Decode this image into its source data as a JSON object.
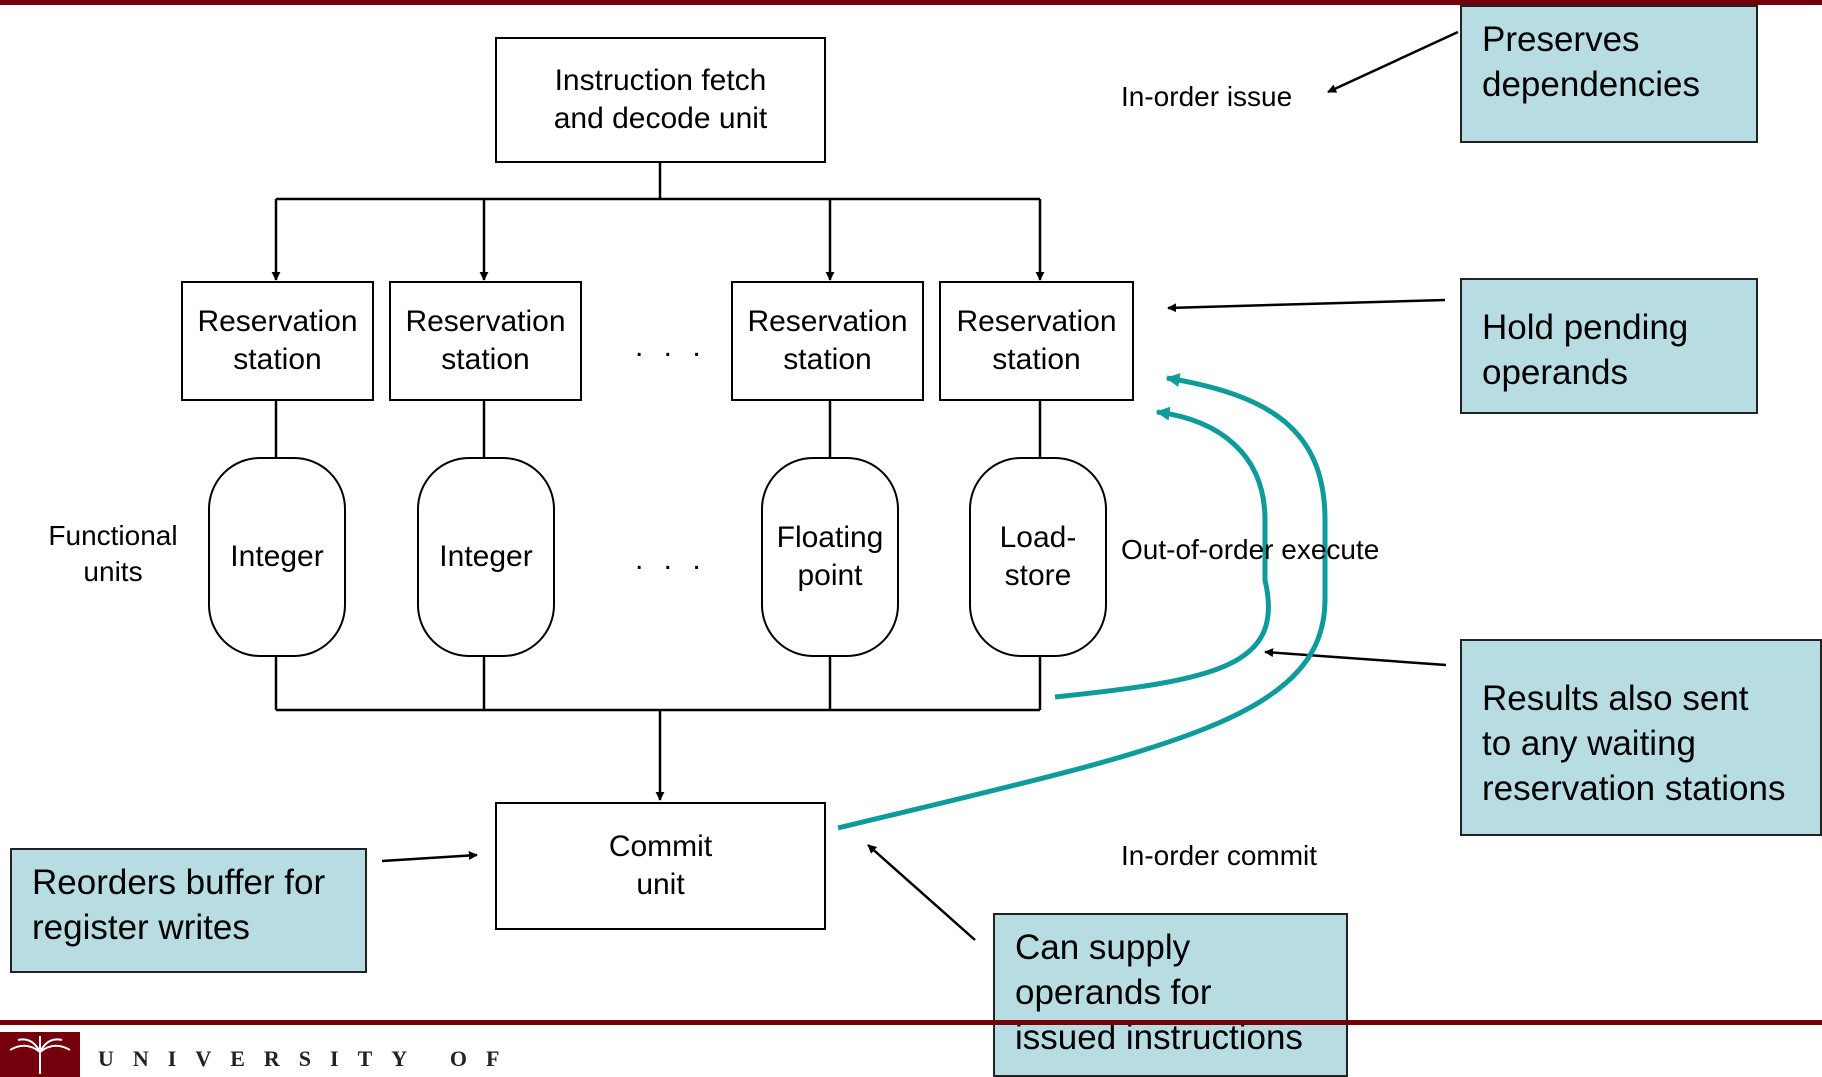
{
  "diagram": {
    "fetch_unit": "Instruction fetch\nand decode unit",
    "reservation_stations": [
      "Reservation\nstation",
      "Reservation\nstation",
      "Reservation\nstation",
      "Reservation\nstation"
    ],
    "functional_units": [
      "Integer",
      "Integer",
      "Floating\npoint",
      "Load-\nstore"
    ],
    "ellipsis": ". . .",
    "functional_units_label": "Functional\nunits",
    "commit_unit": "Commit\nunit",
    "in_order_issue": "In-order issue",
    "out_of_order_execute": "Out-of-order execute",
    "in_order_commit": "In-order commit"
  },
  "callouts": {
    "preserves": "Preserves\ndependencies",
    "hold": "Hold pending\noperands",
    "results": "Results also sent\nto any waiting\nreservation stations",
    "reorders": "Reorders buffer for\nregister writes",
    "supply": "Can supply\noperands for\nissued instructions"
  },
  "footer": {
    "university": "UNIVERSITY OF"
  },
  "colors": {
    "accent_bar": "#73000a",
    "callout_fill": "#b7dde3",
    "feedback_arrow": "#0f9b9b"
  }
}
